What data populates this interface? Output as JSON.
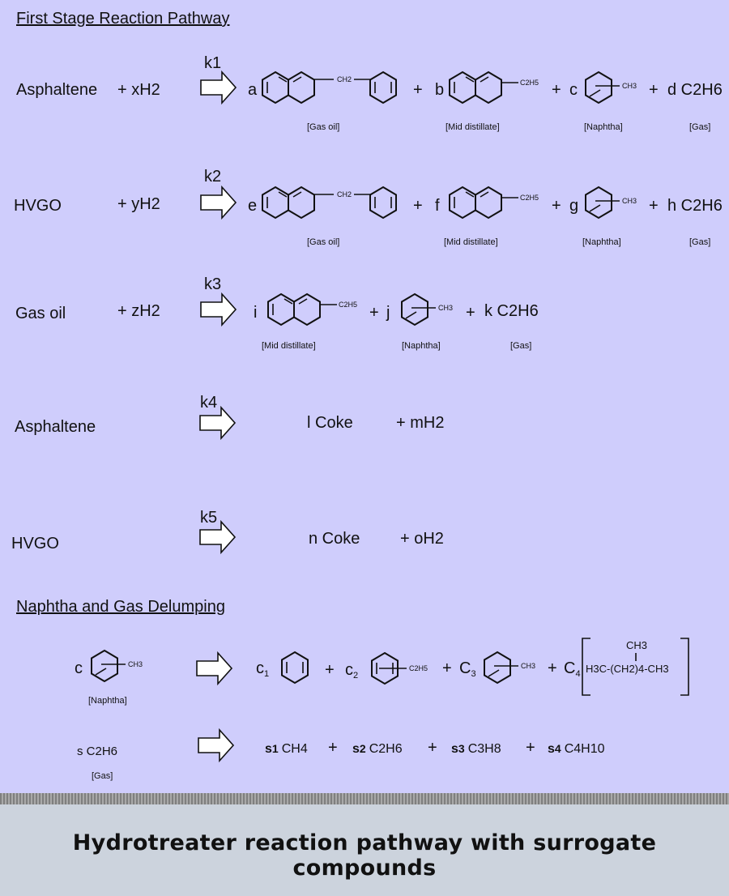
{
  "headers": {
    "first_stage": "First Stage Reaction Pathway",
    "delumping": "Naphtha and Gas Delumping"
  },
  "rows": {
    "r1": {
      "reactant": "Asphaltene",
      "h2": "+ xH2",
      "k": "k1",
      "c1": "a",
      "c2": "b",
      "c3": "c",
      "c4": "d C2H6",
      "g1": "CH2",
      "g2": "C2H5",
      "g3": "CH3",
      "l1": "[Gas oil]",
      "l2": "[Mid distillate]",
      "l3": "[Naphtha]",
      "l4": "[Gas]"
    },
    "r2": {
      "reactant": "HVGO",
      "h2": "+ yH2",
      "k": "k2",
      "c1": "e",
      "c2": "f",
      "c3": "g",
      "c4": "h C2H6",
      "g1": "CH2",
      "g2": "C2H5",
      "g3": "CH3",
      "l1": "[Gas oil]",
      "l2": "[Mid distillate]",
      "l3": "[Naphtha]",
      "l4": "[Gas]"
    },
    "r3": {
      "reactant": "Gas oil",
      "h2": "+ zH2",
      "k": "k3",
      "c1": "i",
      "c2": "j",
      "c3": "k C2H6",
      "g1": "C2H5",
      "g2": "CH3",
      "l1": "[Mid distillate]",
      "l2": "[Naphtha]",
      "l3": "[Gas]"
    },
    "r4": {
      "reactant": "Asphaltene",
      "k": "k4",
      "product": "l Coke",
      "h2": "+ mH2"
    },
    "r5": {
      "reactant": "HVGO",
      "k": "k5",
      "product": "n Coke",
      "h2": "+ oH2"
    },
    "r6": {
      "c": "c",
      "g0": "CH3",
      "label": "[Naphtha]",
      "c1": "c",
      "c1s": "1",
      "c2": "c",
      "c2s": "2",
      "g2": "C2H5",
      "c3": "C",
      "c3s": "3",
      "g3": "CH3",
      "c4": "C",
      "c4s": "4",
      "br_top": "CH3",
      "br_main": "H3C-(CH2)4-CH3"
    },
    "r7": {
      "reactant": "s C2H6",
      "label": "[Gas]",
      "s1": "s",
      "s1s": "1",
      "p1": "CH4",
      "s2": "s",
      "s2s": "2",
      "p2": "C2H6",
      "s3": "s",
      "s3s": "3",
      "p3": "C3H8",
      "s4": "s",
      "s4s": "4",
      "p4": "C4H10"
    }
  },
  "caption": "Hydrotreater reaction pathway with surrogate compounds"
}
